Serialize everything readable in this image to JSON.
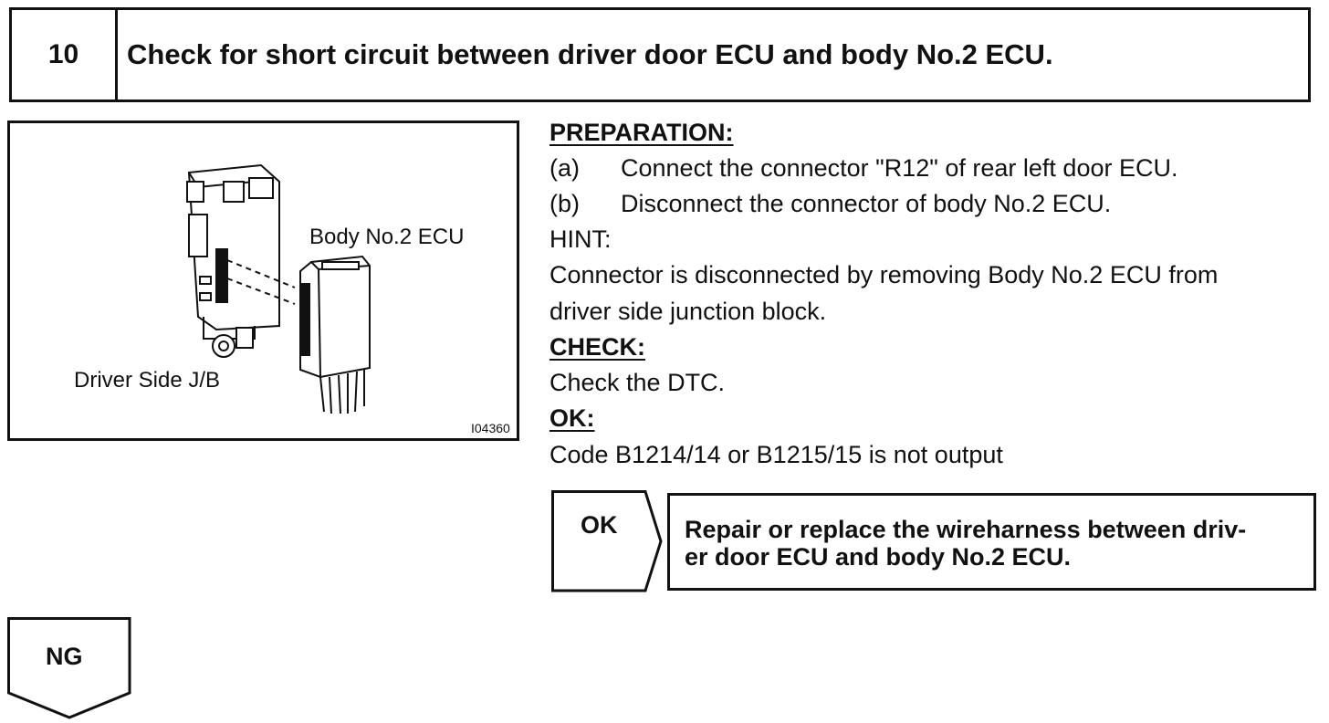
{
  "step": {
    "number": "10",
    "title": "Check for short circuit between driver door ECU and body No.2 ECU."
  },
  "figure": {
    "label_body_ecu": "Body No.2 ECU",
    "label_jb": "Driver Side J/B",
    "image_code": "I04360"
  },
  "procedure": {
    "preparation_heading": "PREPARATION:",
    "items": [
      {
        "marker": "(a)",
        "text": "Connect the connector \"R12\" of rear left door ECU."
      },
      {
        "marker": "(b)",
        "text": "Disconnect the connector of body No.2 ECU."
      }
    ],
    "hint_heading": "HINT:",
    "hint_lines": [
      "Connector is disconnected by removing Body No.2 ECU from",
      "driver side junction block."
    ],
    "check_heading": "CHECK:",
    "check_text": "Check the DTC.",
    "ok_heading": "OK:",
    "ok_text": "Code B1214/14 or B1215/15 is not output"
  },
  "result_ok": {
    "tag": "OK",
    "lines": [
      "Repair or replace the wireharness between driv-",
      "er door ECU and body No.2 ECU."
    ]
  },
  "result_ng": {
    "tag": "NG"
  }
}
